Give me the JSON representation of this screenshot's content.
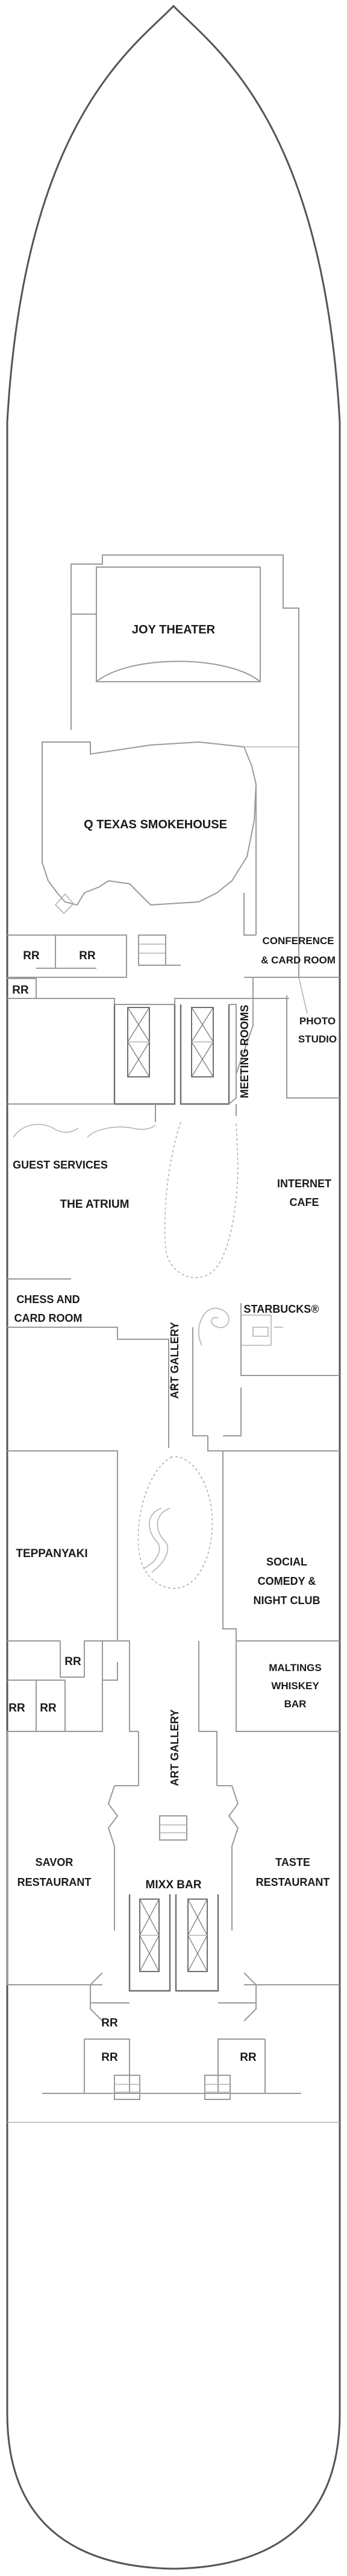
{
  "labels": {
    "joy_theater": "JOY THEATER",
    "q_texas": "Q TEXAS SMOKEHOUSE",
    "rr": "RR",
    "conference_1": "CONFERENCE",
    "conference_2": "& CARD ROOM",
    "photo_1": "PHOTO",
    "photo_2": "STUDIO",
    "meeting_rooms": "MEETING ROOMS",
    "guest_services": "GUEST SERVICES",
    "the_atrium": "THE ATRIUM",
    "internet_1": "INTERNET",
    "internet_2": "CAFE",
    "chess_1": "CHESS AND",
    "chess_2": "CARD ROOM",
    "starbucks": "STARBUCKS®",
    "art_gallery": "ART GALLERY",
    "teppanyaki": "TEPPANYAKI",
    "social_1": "SOCIAL",
    "social_2": "COMEDY &",
    "social_3": "NIGHT CLUB",
    "maltings_1": "MALTINGS",
    "maltings_2": "WHISKEY",
    "maltings_3": "BAR",
    "savor_1": "SAVOR",
    "savor_2": "RESTAURANT",
    "taste_1": "TASTE",
    "taste_2": "RESTAURANT",
    "mixx_bar": "MIXX BAR"
  },
  "colors": {
    "hull_stroke": "#555555",
    "wall": "#9a9a9a",
    "text": "#1a1a1a",
    "background": "#ffffff"
  }
}
